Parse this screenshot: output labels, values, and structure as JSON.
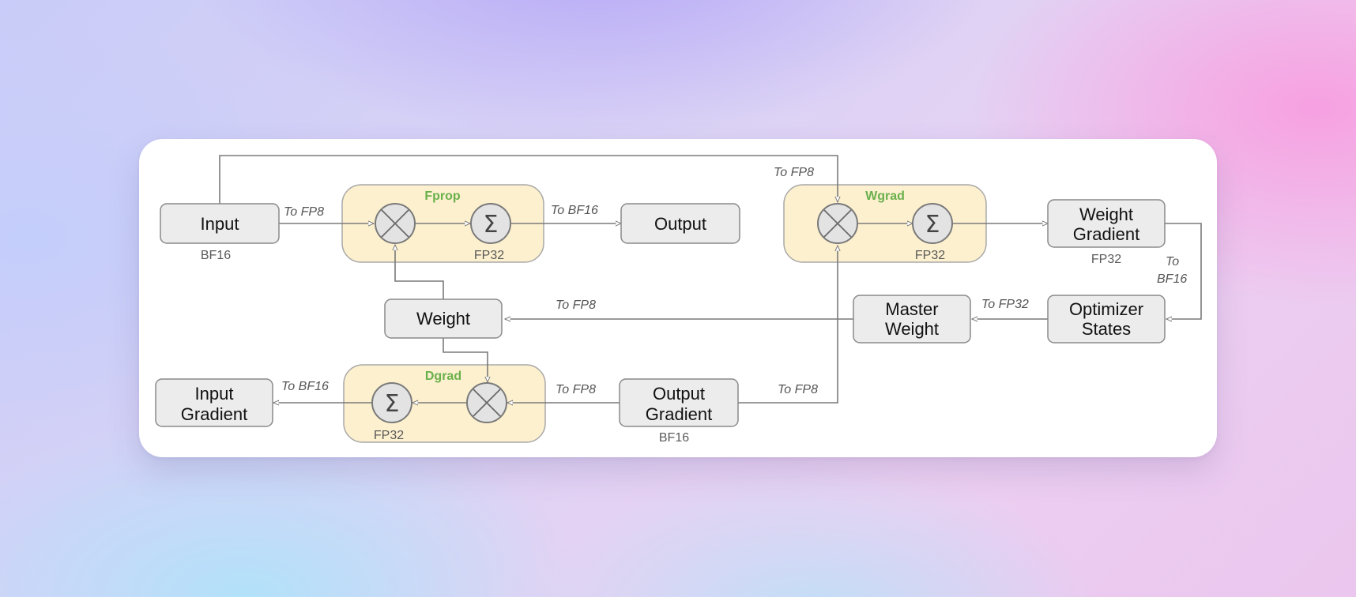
{
  "colors": {
    "group_title": "#6ab04c",
    "group_fill": "#fdf0ce",
    "node_fill": "#ececec",
    "wire": "#7a7a7a"
  },
  "groups": {
    "fprop": "Fprop",
    "wgrad": "Wgrad",
    "dgrad": "Dgrad"
  },
  "nodes": {
    "input": "Input",
    "output": "Output",
    "weight_gradient": [
      "Weight",
      "Gradient"
    ],
    "weight": "Weight",
    "master_weight": [
      "Master",
      "Weight"
    ],
    "optimizer_states": [
      "Optimizer",
      "States"
    ],
    "input_gradient": [
      "Input",
      "Gradient"
    ],
    "output_gradient": [
      "Output",
      "Gradient"
    ]
  },
  "operators": {
    "multiply_icon": "multiply-circle-icon",
    "sum_icon": "sigma-circle-icon",
    "sum_glyph": "Σ"
  },
  "dtypes": {
    "input": "BF16",
    "fprop_sum": "FP32",
    "wgrad_sum": "FP32",
    "weight_gradient": "FP32",
    "dgrad_sum": "FP32",
    "output_gradient": "BF16"
  },
  "conversions": {
    "input_to_fprop": "To FP8",
    "fprop_to_output": "To BF16",
    "top_to_wgrad": "To FP8",
    "weight_gradient_to_optimizer": [
      "To",
      "BF16"
    ],
    "optimizer_to_master": "To FP32",
    "master_to_weight": "To FP8",
    "dgrad_to_input_gradient": "To BF16",
    "output_gradient_to_dgrad": "To FP8",
    "output_gradient_to_wgrad": "To FP8"
  }
}
